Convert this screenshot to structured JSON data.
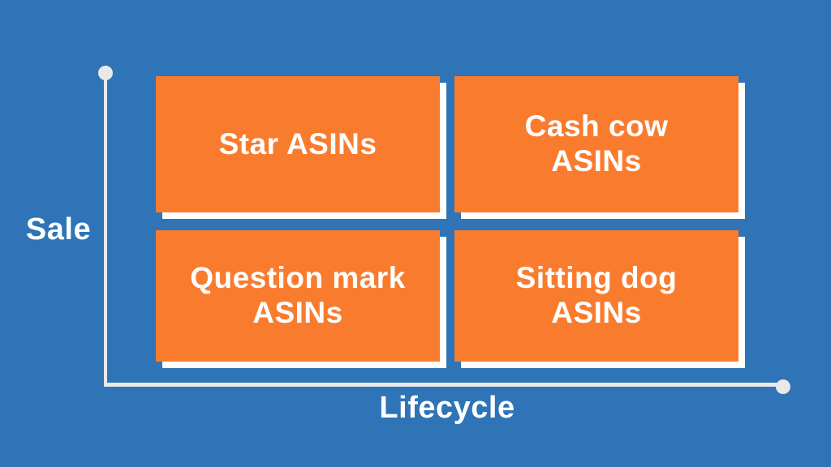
{
  "colors": {
    "background": "#2E74B6",
    "quadrant_orange": "#F97C2E",
    "quadrant_shadow": "#FFFFFF",
    "axis_line": "#E9E9E9",
    "text": "#FFFFFF"
  },
  "axes": {
    "y_label": "Sale",
    "x_label": "Lifecycle"
  },
  "quadrants": [
    {
      "position": "top-left",
      "label": "Star ASINs"
    },
    {
      "position": "top-right",
      "label": "Cash cow\nASINs"
    },
    {
      "position": "bottom-left",
      "label": "Question mark\nASINs"
    },
    {
      "position": "bottom-right",
      "label": "Sitting dog\nASINs"
    }
  ],
  "chart_data": {
    "type": "table",
    "title": "",
    "xlabel": "Lifecycle",
    "ylabel": "Sale",
    "matrix": [
      [
        "Star ASINs",
        "Cash cow ASINs"
      ],
      [
        "Question mark ASINs",
        "Sitting dog ASINs"
      ]
    ]
  }
}
